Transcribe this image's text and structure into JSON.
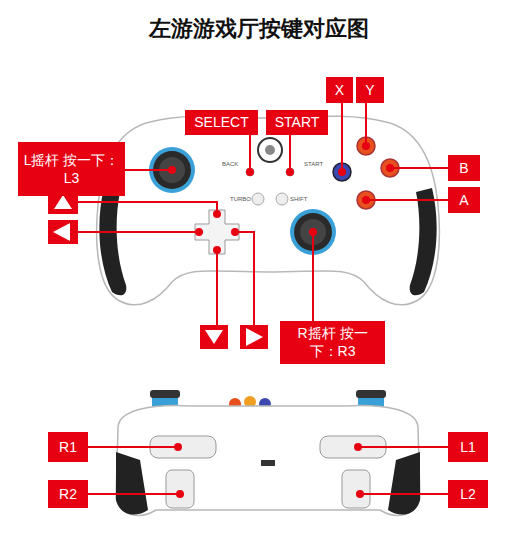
{
  "diagram": {
    "title": "左游游戏厅按键对应图",
    "nodes": [
      {
        "text": [
          "X"
        ]
      },
      {
        "text": [
          "Y"
        ]
      },
      {
        "text": [
          "SELECT"
        ]
      },
      {
        "text": [
          "START"
        ]
      },
      {
        "text": [
          "L摇杆 按一下：L3"
        ]
      },
      {
        "text": [
          "B"
        ]
      },
      {
        "text": [
          "A"
        ]
      },
      {
        "text": [
          "R摇杆 按一下：R3"
        ]
      },
      {
        "text": [
          "R1"
        ]
      },
      {
        "text": [
          "L1"
        ]
      },
      {
        "text": [
          "R2"
        ]
      },
      {
        "text": [
          "L2"
        ]
      }
    ],
    "labels": [
      "BACK",
      "START",
      "TURBO",
      "SHIFT"
    ]
  }
}
